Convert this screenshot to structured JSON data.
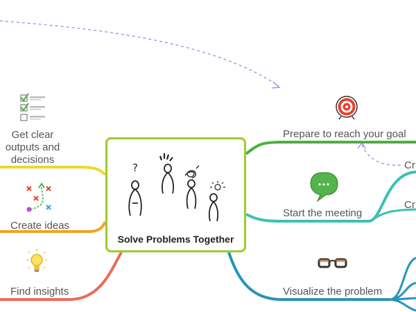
{
  "center": {
    "title": "Solve Problems Together"
  },
  "branches": {
    "prepare": {
      "label": "Prepare to reach your goal",
      "icon": "target-icon"
    },
    "start": {
      "label": "Start the meeting",
      "icon": "chat-bubble-icon"
    },
    "visualize": {
      "label": "Visualize the problem",
      "icon": "glasses-icon"
    },
    "outputs": {
      "label_lines": [
        "Get clear",
        "outputs and",
        "decisions"
      ],
      "icon": "checklist-icon"
    },
    "ideas": {
      "label": "Create ideas",
      "icon": "strategy-board-icon"
    },
    "insights": {
      "label": "Find insights",
      "icon": "lightbulb-icon"
    }
  },
  "truncated": {
    "top": "Cr",
    "bottom": "Cr"
  },
  "colors": {
    "green": "#4caf3d",
    "teal": "#3cc1b3",
    "blue": "#2794b7",
    "yellow": "#f2d52c",
    "orange": "#f0a21f",
    "red": "#ec6b5a",
    "frame": "#9ccc2e",
    "dash": "#8f86e0"
  }
}
